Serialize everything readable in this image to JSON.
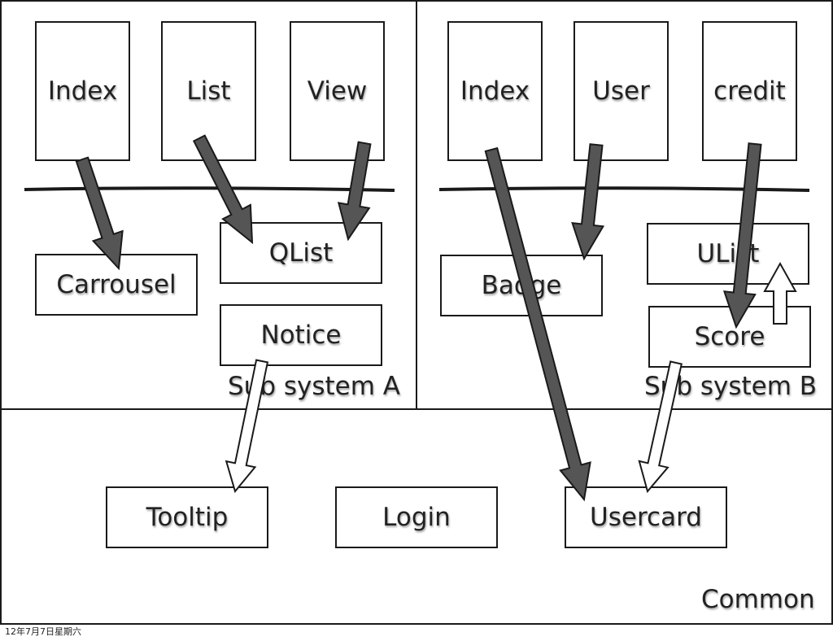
{
  "regions": {
    "sub_a": "Sub system A",
    "sub_b": "Sub system B",
    "common": "Common"
  },
  "pages_a": [
    "Index",
    "List",
    "View"
  ],
  "pages_b": [
    "Index",
    "User",
    "credit"
  ],
  "components_a": {
    "carrousel": "Carrousel",
    "qlist": "QList",
    "notice": "Notice"
  },
  "components_b": {
    "badge": "Badge",
    "ulist": "UList",
    "score": "Score"
  },
  "common_components": {
    "tooltip": "Tooltip",
    "login": "Login",
    "usercard": "Usercard"
  },
  "footer_date": "12年7月7日星期六",
  "colors": {
    "dark_arrow": "#555555",
    "hollow_arrow": "#ffffff",
    "border": "#1a1a1a"
  }
}
